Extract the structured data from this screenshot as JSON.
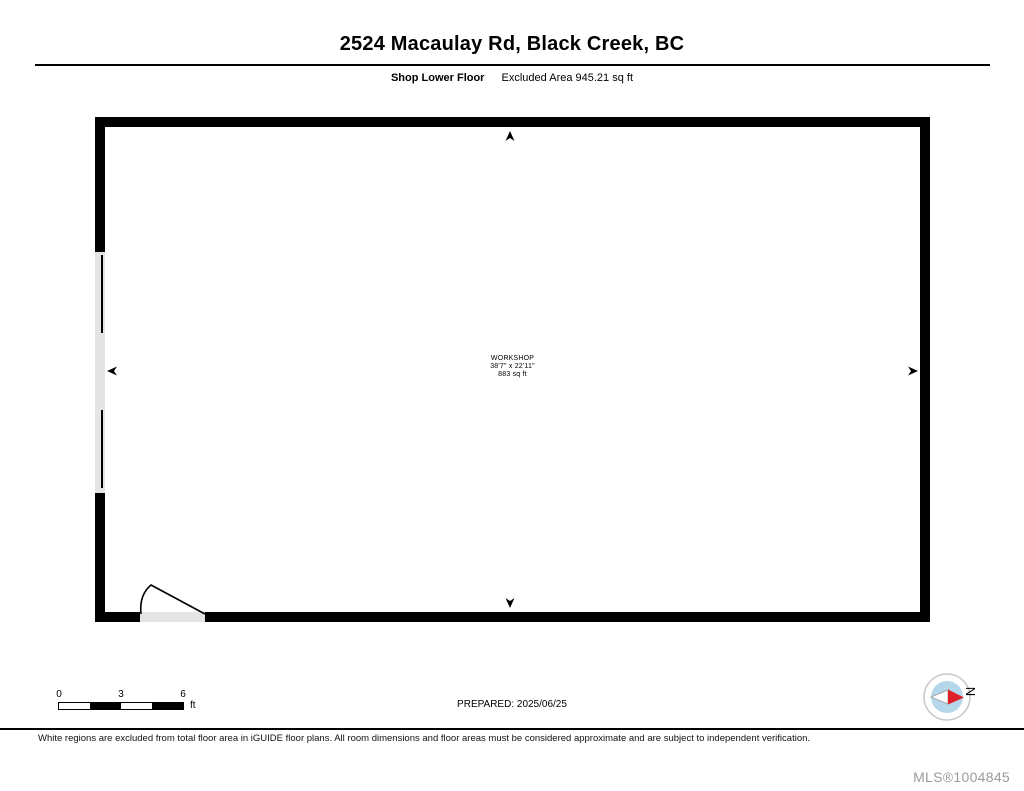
{
  "header": {
    "title": "2524 Macaulay Rd, Black Creek, BC",
    "floor_label": "Shop Lower Floor",
    "excluded_area": "Excluded Area 945.21 sq ft"
  },
  "plan": {
    "room": {
      "name": "WORKSHOP",
      "dimensions": "38'7\" x 22'11\"",
      "area": "883 sq ft"
    }
  },
  "scale_bar": {
    "ticks": [
      "0",
      "3",
      "6"
    ],
    "unit": "ft"
  },
  "footer": {
    "prepared": "PREPARED: 2025/06/25",
    "compass_label": "N",
    "disclaimer": "White regions are excluded from total floor area in iGUIDE floor plans. All room dimensions and floor areas must be considered approximate and are subject to independent verification.",
    "mls": "MLS®1004845"
  },
  "colors": {
    "wall": "#000000",
    "opening_fill": "#e4e4e4",
    "compass_red": "#e02028",
    "compass_blue": "#b5d7ea",
    "mls_gray": "#9b9b9b"
  }
}
